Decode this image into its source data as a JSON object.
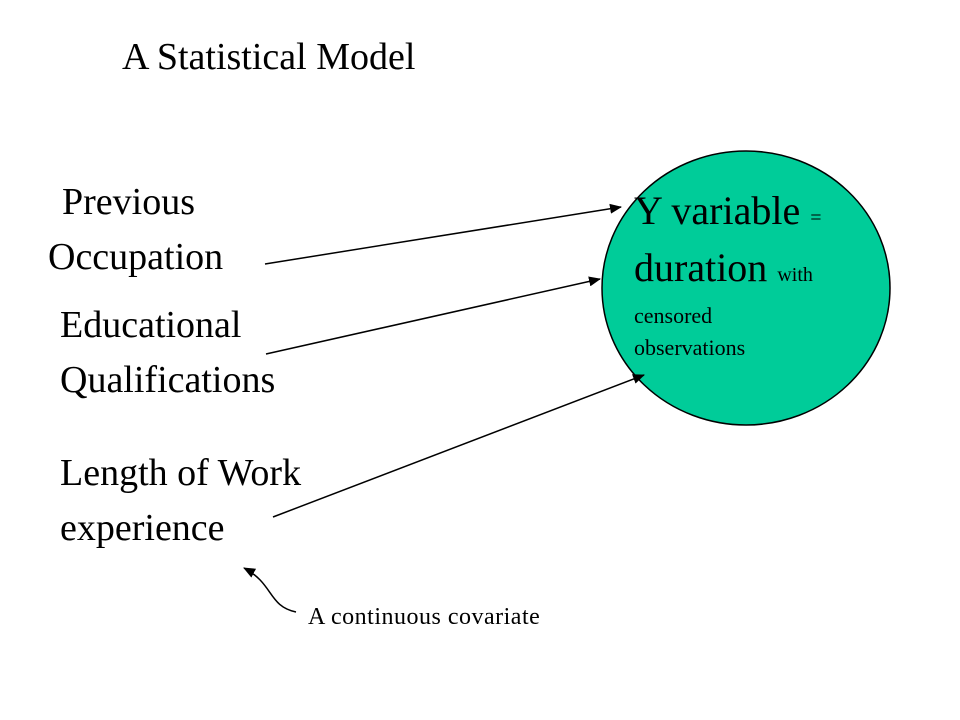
{
  "title": "A Statistical Model",
  "covariates": {
    "previous_occupation": [
      "Previous",
      "Occupation"
    ],
    "educational_qualifications": [
      "Educational",
      "Qualifications"
    ],
    "length_of_work": [
      "Length of Work",
      "experience"
    ]
  },
  "outcome": {
    "line1_big": "Y variable",
    "line1_small": "=",
    "line2_big": "duration",
    "line2_small": "with",
    "line3": "censored",
    "line4": "observations"
  },
  "annotation": "A continuous covariate",
  "colors": {
    "ellipse_fill": "#00cc99",
    "stroke": "#000000"
  }
}
